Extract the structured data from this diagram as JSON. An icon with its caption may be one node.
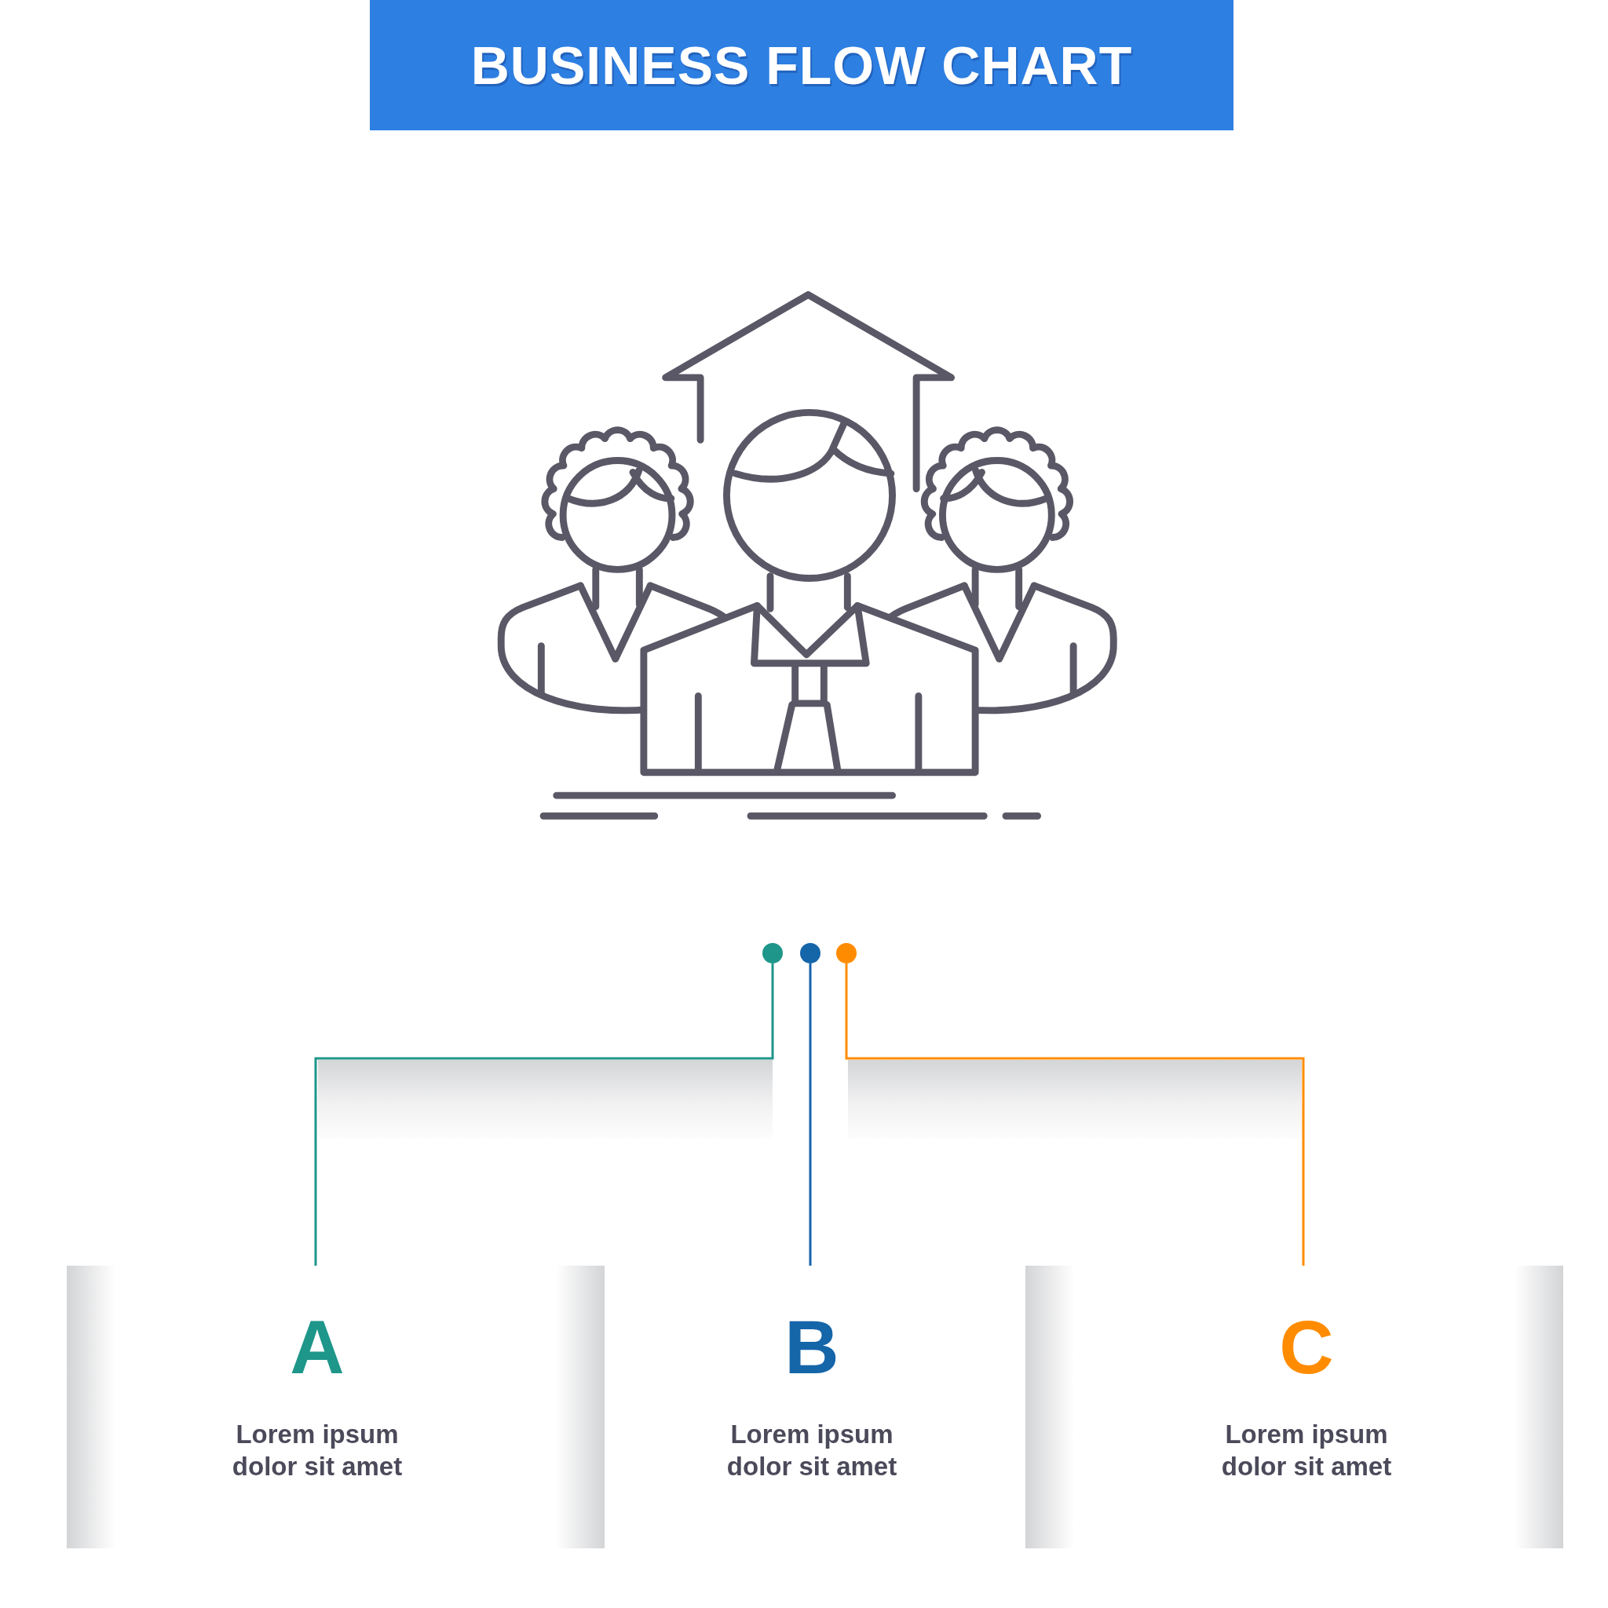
{
  "diagram": {
    "title": "BUSINESS FLOW CHART",
    "nodes": [
      {
        "text": [],
        "shape": "circle"
      },
      {
        "text": [],
        "shape": "circle"
      },
      {
        "text": [],
        "shape": "circle"
      },
      {
        "text": [
          "A",
          "Lorem ipsum dolor sit amet"
        ]
      },
      {
        "text": [
          "B",
          "Lorem ipsum dolor sit amet"
        ]
      },
      {
        "text": [
          "C",
          "Lorem ipsum dolor sit amet"
        ]
      }
    ],
    "edges": [
      {
        "from": 0,
        "to": 3,
        "arrow": "none",
        "color": "#1e968a"
      },
      {
        "from": 1,
        "to": 4,
        "arrow": "none",
        "color": "#1565a9"
      },
      {
        "from": 2,
        "to": 5,
        "arrow": "none",
        "color": "#ff8c00"
      }
    ]
  }
}
